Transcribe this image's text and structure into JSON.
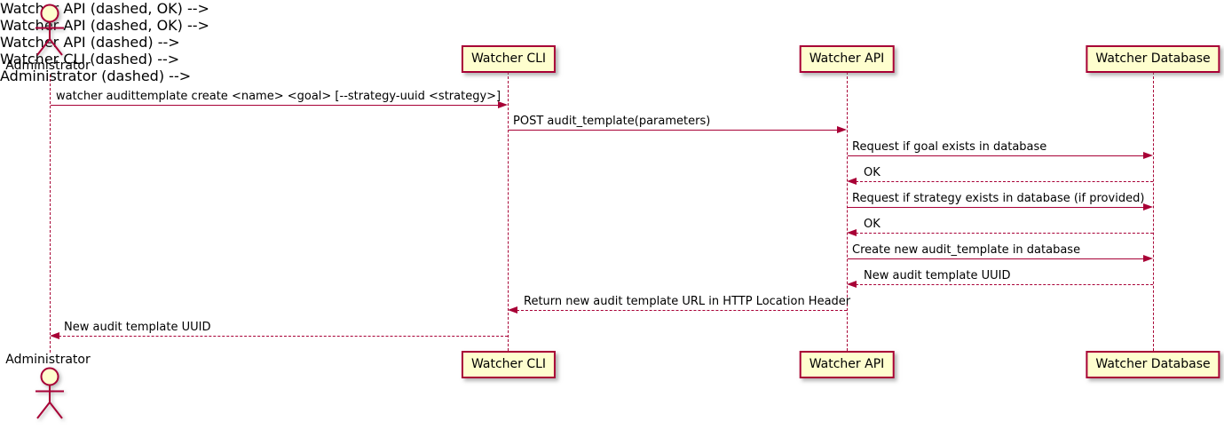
{
  "diagram_type": "sequence-diagram",
  "colors": {
    "line": "#A80036",
    "box_fill": "#FEFECE",
    "box_border": "#A80036",
    "text": "#000000",
    "background": "#ffffff"
  },
  "actor": {
    "name": "Administrator"
  },
  "participants": [
    {
      "label": "Watcher CLI"
    },
    {
      "label": "Watcher API"
    },
    {
      "label": "Watcher Database"
    }
  ],
  "messages": [
    {
      "from": "Administrator",
      "to": "Watcher CLI",
      "style": "solid",
      "text": "watcher audittemplate create <name> <goal> [--strategy-uuid <strategy>]"
    },
    {
      "from": "Watcher CLI",
      "to": "Watcher API",
      "style": "solid",
      "text": "POST audit_template(parameters)"
    },
    {
      "from": "Watcher API",
      "to": "Watcher Database",
      "style": "solid",
      "text": "Request if goal exists in database"
    },
    {
      "from": "Watcher Database",
      "to": "Watcher API",
      "style": "dashed",
      "text": "OK"
    },
    {
      "from": "Watcher API",
      "to": "Watcher Database",
      "style": "solid",
      "text": "Request if strategy exists in database (if provided)"
    },
    {
      "from": "Watcher Database",
      "to": "Watcher API",
      "style": "dashed",
      "text": "OK"
    },
    {
      "from": "Watcher API",
      "to": "Watcher Database",
      "style": "solid",
      "text": "Create new audit_template in database"
    },
    {
      "from": "Watcher Database",
      "to": "Watcher API",
      "style": "dashed",
      "text": "New audit template UUID"
    },
    {
      "from": "Watcher API",
      "to": "Watcher CLI",
      "style": "dashed",
      "text": "Return new audit template URL in HTTP Location Header"
    },
    {
      "from": "Watcher CLI",
      "to": "Administrator",
      "style": "dashed",
      "text": "New audit template UUID"
    }
  ]
}
